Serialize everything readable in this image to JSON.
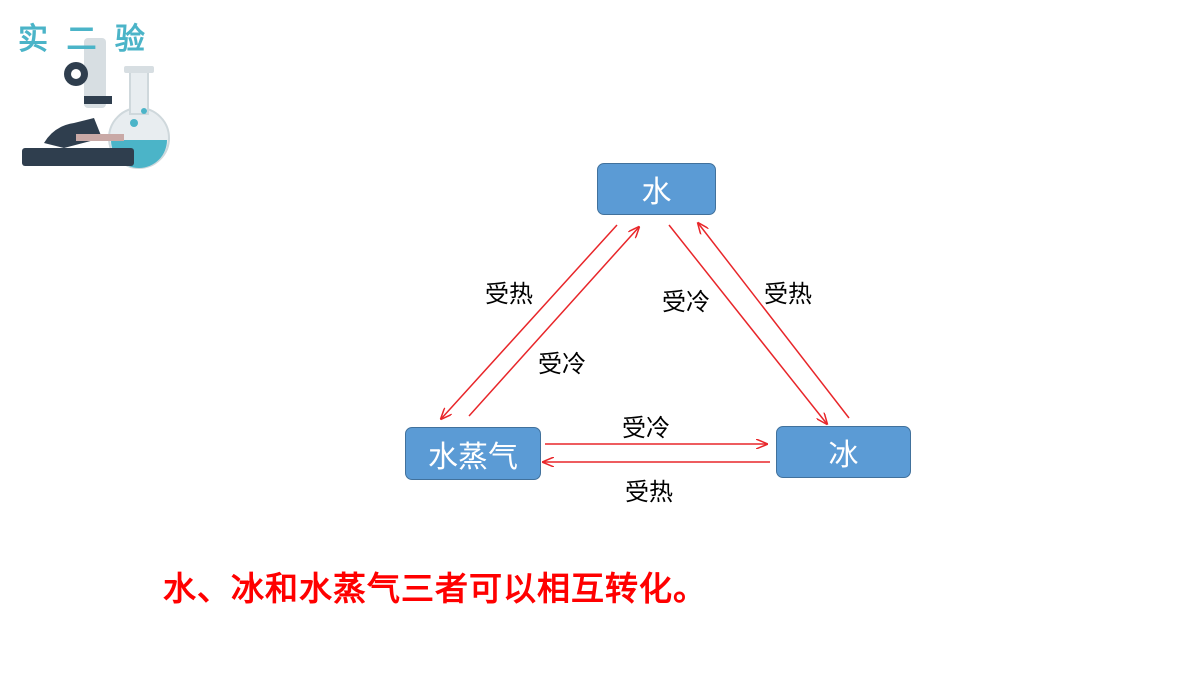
{
  "logo": {
    "text": "实 二 验",
    "icon": "microscope-flask-icon",
    "colors": {
      "primary": "#2f3e4e",
      "accent": "#4bb4c8",
      "light": "#e8edf0"
    }
  },
  "nodes": {
    "water": "水",
    "steam": "水蒸气",
    "ice": "冰"
  },
  "edges": {
    "water_to_steam": "受热",
    "steam_to_water": "受冷",
    "water_to_ice": "受冷",
    "ice_to_water": "受热",
    "steam_to_ice": "受冷",
    "ice_to_steam": "受热"
  },
  "conclusion": "水、冰和水蒸气三者可以相互转化。",
  "colors": {
    "node_fill": "#5b9bd5",
    "node_border": "#41719c",
    "arrow": "#e8262a",
    "conclusion": "#ff0000"
  }
}
